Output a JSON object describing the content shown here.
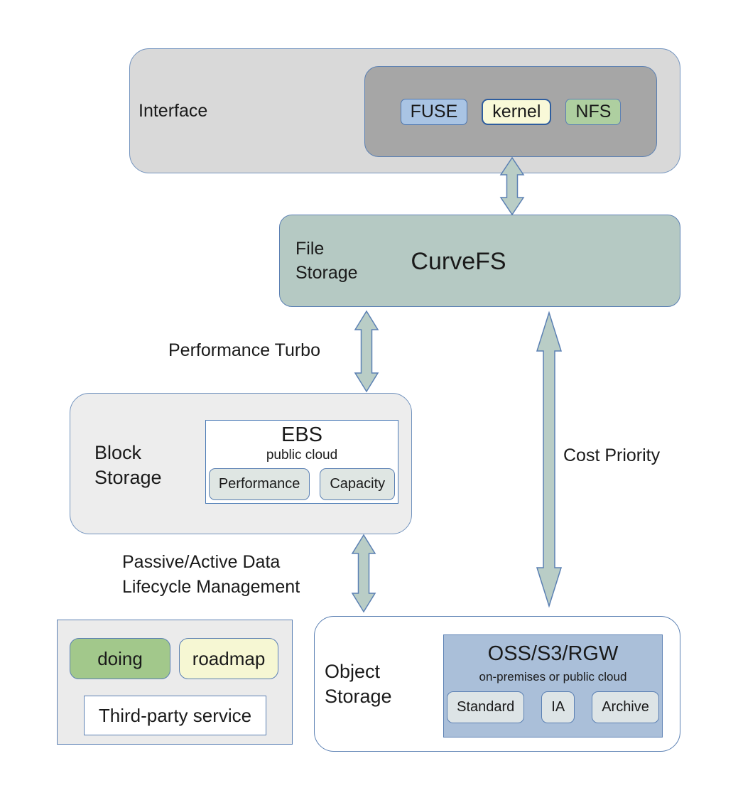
{
  "diagram": {
    "title_context": "CurveFS storage architecture diagram",
    "interface": {
      "label": "Interface",
      "chips": [
        {
          "label": "FUSE"
        },
        {
          "label": "kernel"
        },
        {
          "label": "NFS"
        }
      ]
    },
    "file_storage": {
      "label_line1": "File",
      "label_line2": "Storage",
      "title": "CurveFS"
    },
    "block_storage": {
      "label_line1": "Block",
      "label_line2": "Storage",
      "ebs": {
        "title": "EBS",
        "subtitle": "public cloud",
        "tiers": [
          "Performance",
          "Capacity"
        ]
      }
    },
    "object_storage": {
      "label_line1": "Object",
      "label_line2": "Storage",
      "oss": {
        "title": "OSS/S3/RGW",
        "subtitle": "on-premises or public cloud",
        "tiers": [
          "Standard",
          "IA",
          "Archive"
        ]
      }
    },
    "edges": {
      "performance_turbo": "Performance Turbo",
      "lifecycle_line1": "Passive/Active Data",
      "lifecycle_line2": "Lifecycle Management",
      "cost_priority": "Cost Priority"
    },
    "legend": {
      "doing": "doing",
      "roadmap": "roadmap",
      "third_party": "Third-party service"
    },
    "colors": {
      "border_blue": "#5b80b3",
      "arrow_fill": "#b9cdc6",
      "interface_fill": "#d9d9d9",
      "inner_gray_fill": "#a6a6a6",
      "curvefs_fill": "#b5c9c3",
      "block_fill": "#ededed",
      "legend_fill": "#ebebeb",
      "oss_fill": "#aabfd9",
      "chip_blue": "#a9c4e4",
      "chip_yellow": "#f9f9d8",
      "chip_green": "#aecfa0",
      "doing_green": "#a2c88b",
      "roadmap_yellow": "#f6f7d3",
      "tier_button_fill": "#dfe6e3"
    }
  }
}
